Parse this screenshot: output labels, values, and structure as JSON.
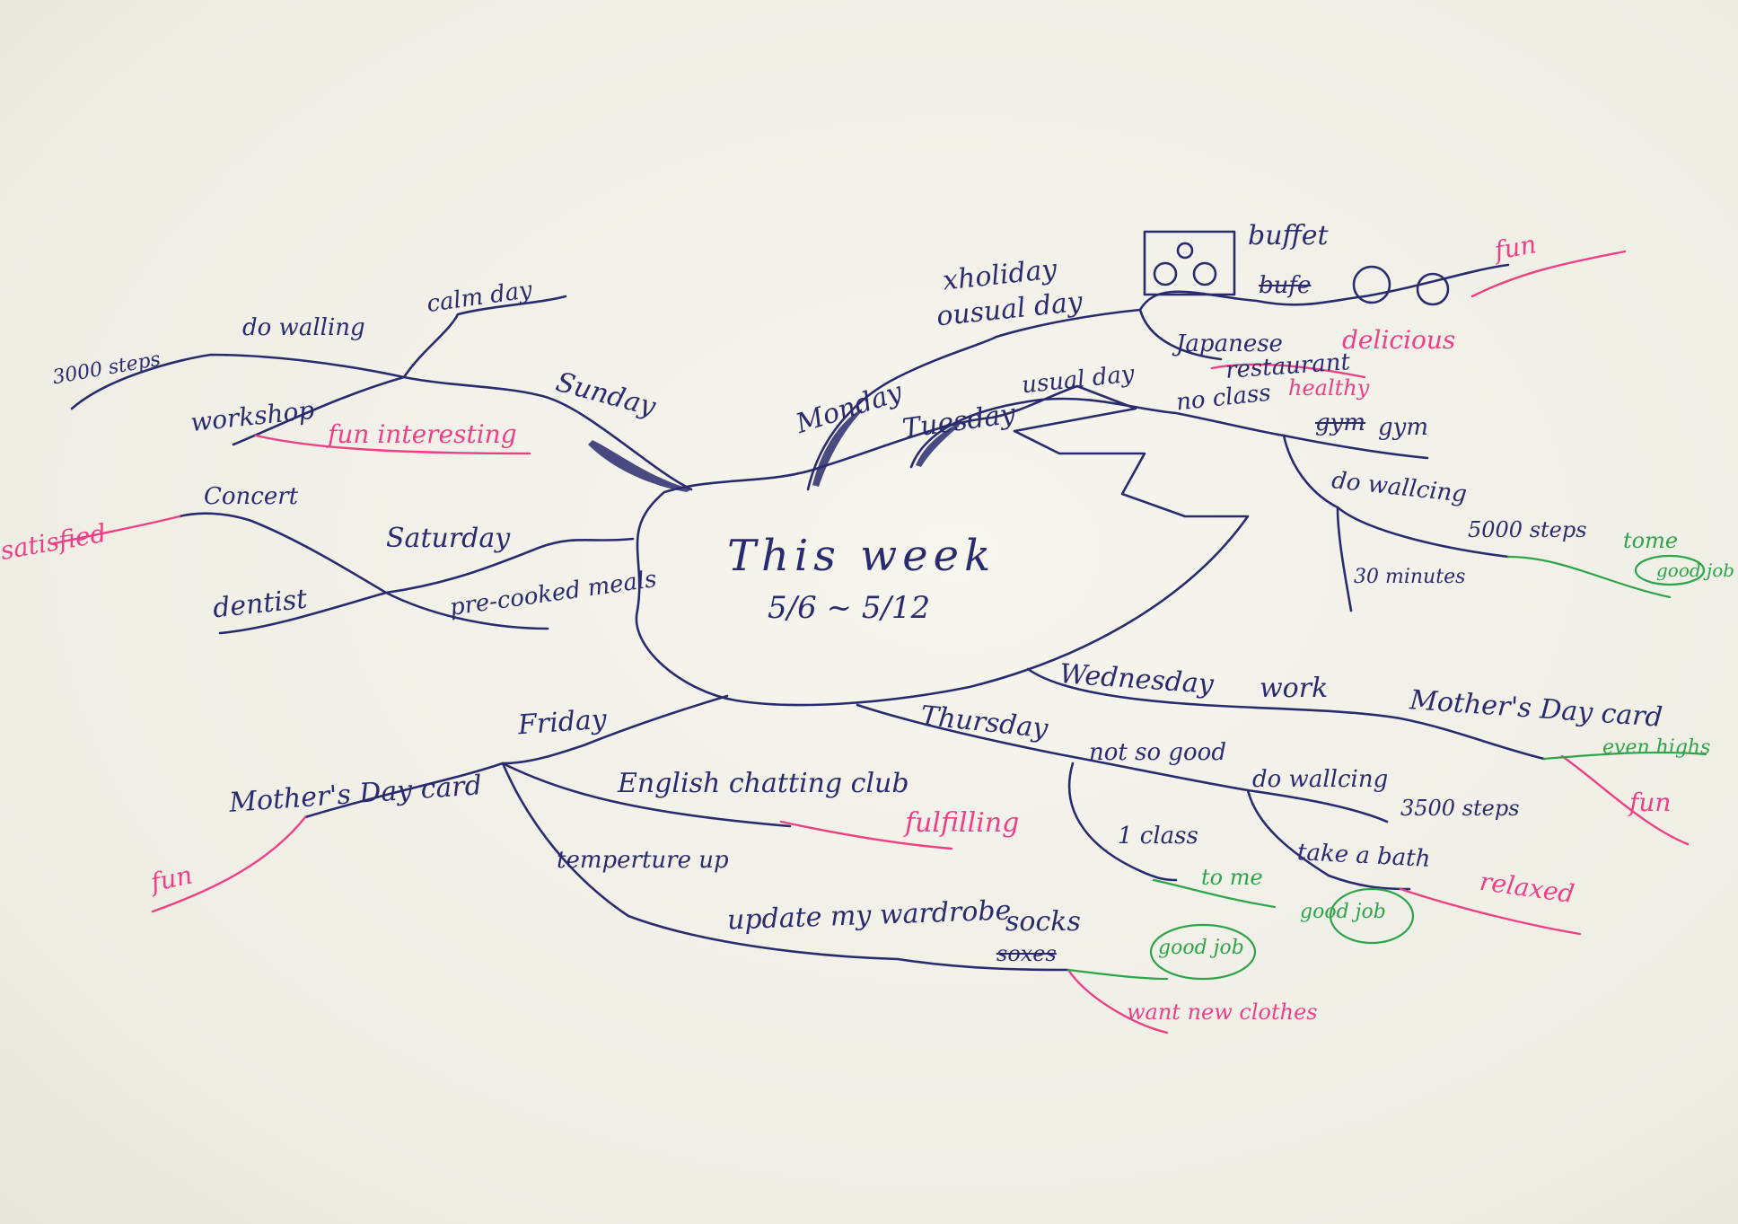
{
  "center": {
    "title": "This week",
    "dates": "5/6 ~ 5/12"
  },
  "days": {
    "monday": "Monday",
    "tuesday": "Tuesday",
    "wednesday": "Wednesday",
    "thursday": "Thursday",
    "friday": "Friday",
    "saturday": "Saturday",
    "sunday": "Sunday"
  },
  "monday": {
    "holiday": "xholiday",
    "usual_day": "ousual day",
    "buffet": "buffet",
    "bufe_struck": "bufe",
    "japanese": "Japanese",
    "restaurant": "restaurant",
    "delicious": "delicious",
    "healthy": "healthy",
    "fun": "fun"
  },
  "tuesday": {
    "usual_day": "usual day",
    "no_class": "no class",
    "gym_struck": "gym",
    "gym": "gym",
    "do_walking": "do wallcing",
    "steps": "5000 steps",
    "minutes": "30 minutes",
    "tome": "tome",
    "good_job": "good job"
  },
  "wednesday": {
    "work": "work",
    "card": "Mother's Day card",
    "even_high": "even highs",
    "fun": "fun"
  },
  "thursday": {
    "not_so_good": "not so good",
    "do_walking": "do wallcing",
    "steps": "3500 steps",
    "one_class": "1 class",
    "tome": "to me",
    "good_job": "good job",
    "bath": "take a bath",
    "relaxed": "relaxed"
  },
  "friday": {
    "card": "Mother's Day card",
    "fun": "fun",
    "english": "English chatting club",
    "fulfilling": "fulfilling",
    "temperature": "temperture up",
    "wardrobe": "update my wardrobe",
    "socks": "socks",
    "soxes_struck": "soxes",
    "good_job": "good job",
    "want_clothes": "want new clothes"
  },
  "saturday": {
    "concert": "Concert",
    "satisfied": "satisfied",
    "dentist": "dentist",
    "meals": "pre-cooked meals"
  },
  "sunday": {
    "calm_day": "calm day",
    "do_walking": "do walling",
    "steps": "3000 steps",
    "workshop": "workshop",
    "fun_interesting": "fun interesting"
  },
  "colors": {
    "ink": "#2a2b6e",
    "pink": "#ef3f86",
    "green": "#2ea44a",
    "paper": "#f1f0e7"
  }
}
